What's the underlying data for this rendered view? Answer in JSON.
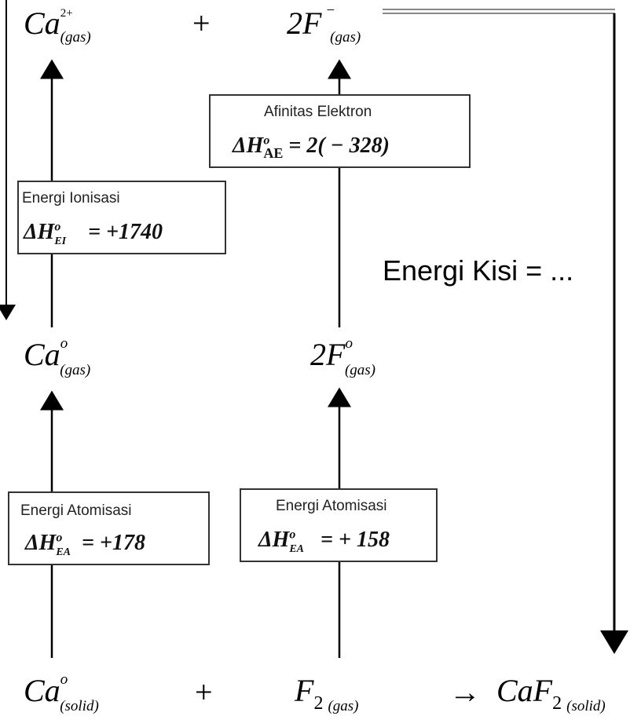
{
  "species": {
    "ca2_gas": {
      "symbol": "Ca",
      "sup": "2+",
      "sub": "(gas)"
    },
    "f_minus_gas": {
      "symbol": "2F",
      "sup": "−",
      "sub": "(gas)"
    },
    "ca_gas": {
      "symbol": "Ca",
      "sup": "o",
      "sub": "(gas)"
    },
    "f_gas": {
      "symbol": "2F",
      "sup": "o",
      "sub": "(gas)"
    },
    "ca_solid": {
      "symbol": "Ca",
      "sup": "o",
      "sub": "(solid)"
    },
    "f2_gas": {
      "symbol": "F",
      "sub_num": "2",
      "sub": "(gas)"
    },
    "caf2_solid": {
      "symbol": "CaF",
      "sub_num": "2",
      "sub": "(solid)"
    }
  },
  "operators": {
    "plus_top": "+",
    "plus_bottom": "+",
    "reaction_arrow": "→"
  },
  "boxes": {
    "ionisasi": {
      "title": "Energi Ionisasi",
      "delta": "ΔH",
      "sup": "o",
      "sub": "EI",
      "value": "= +1740"
    },
    "afinitas": {
      "title": "Afinitas Elektron",
      "delta": "ΔH",
      "sup": "o",
      "sub": "AE",
      "value": "= 2( − 328)"
    },
    "atomisasi_ca": {
      "title": "Energi Atomisasi",
      "delta": "ΔH",
      "sup": "o",
      "sub": "EA",
      "value": "= +178"
    },
    "atomisasi_f": {
      "title": "Energi Atomisasi",
      "delta": "ΔH",
      "sup": "o",
      "sub": "EA",
      "value": "= + 158"
    }
  },
  "lattice_label": "Energi Kisi = ..."
}
